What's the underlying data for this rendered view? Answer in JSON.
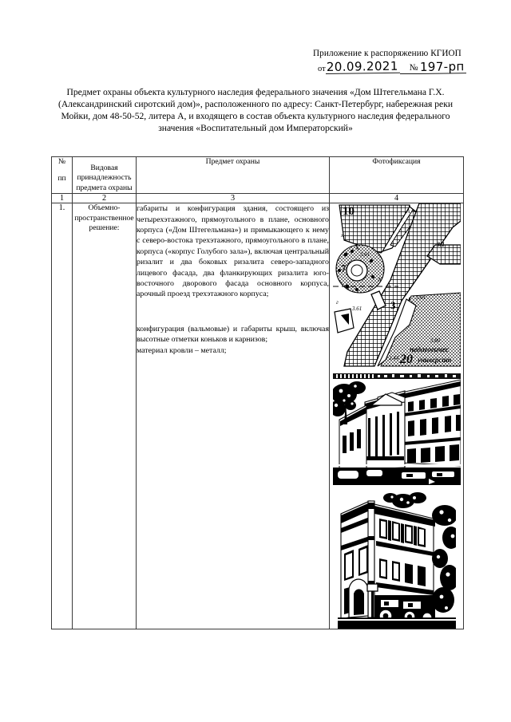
{
  "document": {
    "header": {
      "appendix_line": "Приложение к распоряжению КГИОП",
      "from_label": "от",
      "date_handwritten": "20.09.2021",
      "number_sign": "№",
      "number_handwritten": "197-рп"
    },
    "title": "Предмет охраны объекта культурного наследия федерального значения «Дом Штегельмана Г.Х. (Александринский сиротский дом)», расположенного по адресу: Санкт-Петербург, набережная реки Мойки, дом 48-50-52, литера А, и входящего в состав объекта культурного наследия федерального значения «Воспитательный дом Императорский»",
    "table": {
      "headers": [
        "№ пп",
        "Видовая принадлежность предмета охраны",
        "Предмет охраны",
        "Фотофиксация"
      ],
      "header_col1_line1": "№",
      "header_col1_line2": "пп",
      "header_col2_line1": "Видовая",
      "header_col2_line2": "принадлежность",
      "header_col2_line3": "предмета охраны",
      "header_col3": "Предмет охраны",
      "header_col4": "Фотофиксация",
      "column_numbers": [
        "1",
        "2",
        "3",
        "4"
      ],
      "rows": [
        {
          "index": "1.",
          "kind_line1": "Объемно-",
          "kind_line2": "пространственное",
          "kind_line3": "решение:",
          "subject_paragraph_1": "габариты и конфигурация здания, состоящего из четырехэтажного, прямоугольного в плане, основного корпуса («Дом Штегельмана») и примыкающего к нему с северо-востока трехэтажного, прямоугольного в плане, корпуса («корпус Голубого зала»), включая центральный ризалит и два боковых ризалита северо-западного лицевого фасада, два фланкирующих ризалита юго-восточного дворового фасада основного корпуса, арочный проезд трехэтажного корпуса;",
          "subject_paragraph_2": "конфигурация (вальмовые) и габариты крыш, включая высотные отметки коньков и карнизов;",
          "subject_paragraph_3": "материал кровли – металл;",
          "photos": [
            {
              "name": "site-plan-map",
              "alt": "Фрагмент топографического плана с кварталами и зданиями",
              "labels": [
                "10",
                "3.61",
                "3.61",
                "3.61",
                "3.1",
                "3.80",
                "3.44",
                "20",
                "педагогичес",
                "университ",
                "3",
                "7"
              ]
            },
            {
              "name": "facade-photo-main",
              "alt": "Фотография лицевого фасада здания с колоннадой"
            },
            {
              "name": "facade-photo-corner",
              "alt": "Фотография углового ракурса фасада здания"
            }
          ]
        }
      ]
    }
  },
  "colors": {
    "ink": "#000000",
    "rule": "#3a3a3a",
    "paper": "#ffffff"
  }
}
